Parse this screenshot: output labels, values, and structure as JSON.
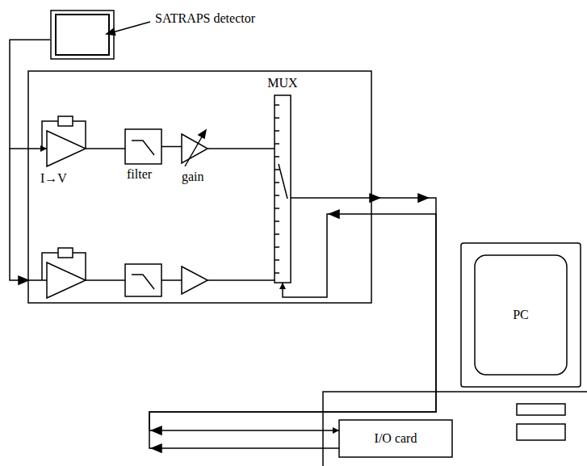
{
  "diagram": {
    "nodes": [
      {
        "text": [
          "SATRAPS detector"
        ]
      },
      {
        "text": [
          "I→V"
        ]
      },
      {
        "text": [
          "filter"
        ]
      },
      {
        "text": [
          "gain"
        ]
      },
      {
        "text": [
          "MUX"
        ]
      },
      {
        "text": [
          "PC"
        ]
      },
      {
        "text": [
          "I/O card"
        ]
      }
    ],
    "edges": [
      {
        "from": 0,
        "to": 1,
        "arrow": "to"
      },
      {
        "from": 1,
        "to": 2,
        "arrow": "none"
      },
      {
        "from": 2,
        "to": 3,
        "arrow": "none"
      },
      {
        "from": 3,
        "to": 4,
        "arrow": "none"
      },
      {
        "from": 4,
        "to": 6,
        "arrow": "to"
      },
      {
        "from": 6,
        "to": 4,
        "arrow": "to"
      }
    ]
  }
}
